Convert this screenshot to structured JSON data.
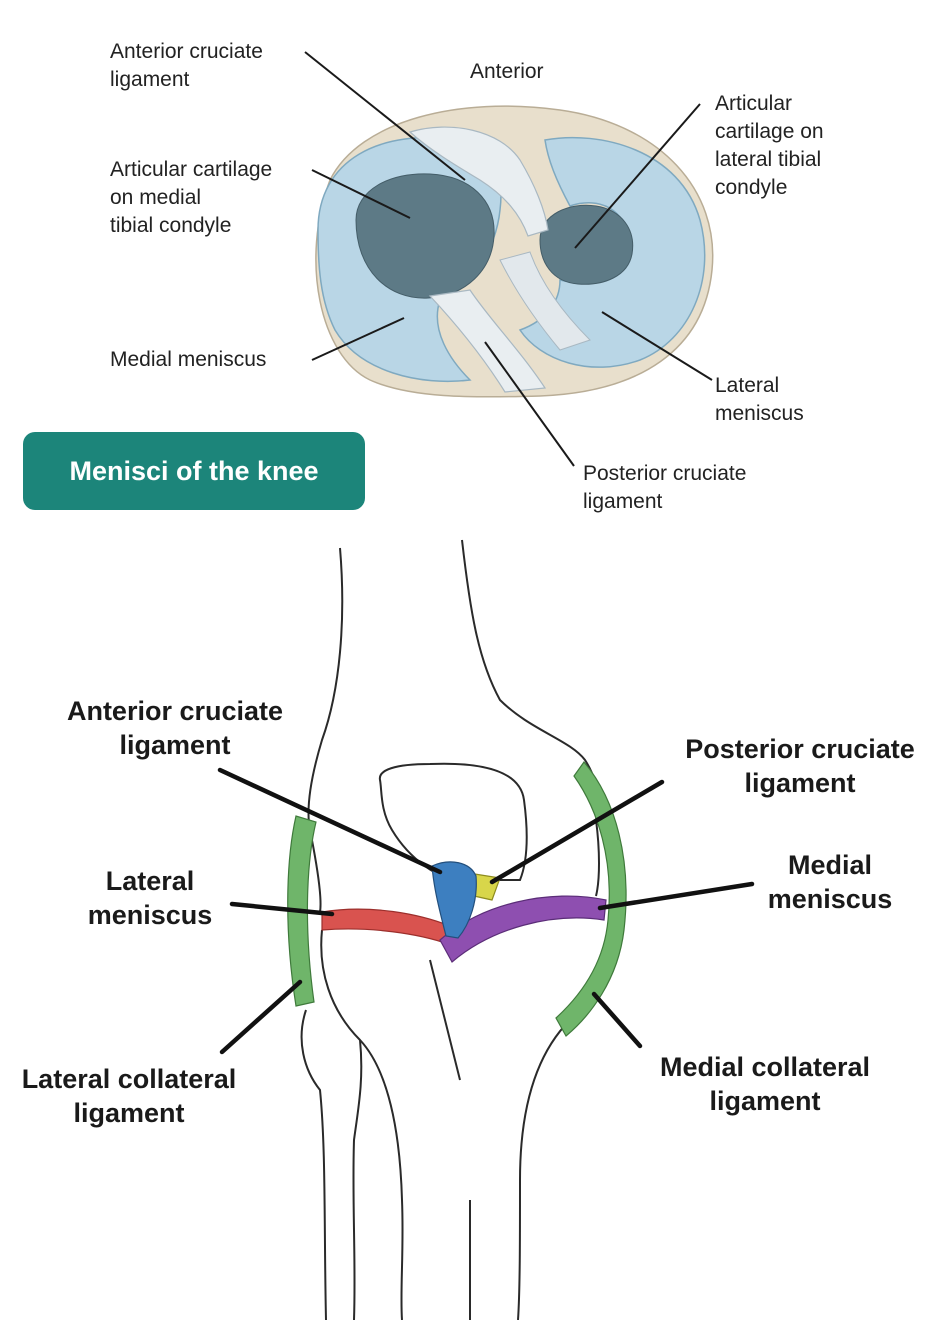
{
  "top_figure": {
    "orientation_label": "Anterior",
    "labels": {
      "acl": "Anterior cruciate\nligament",
      "medial_cartilage": "Articular cartilage\non medial\ntibial condyle",
      "medial_meniscus": "Medial meniscus",
      "lateral_cartilage": "Articular\ncartilage on\nlateral tibial\ncondyle",
      "lateral_meniscus": "Lateral\nmeniscus",
      "pcl": "Posterior cruciate\nligament"
    }
  },
  "badge": {
    "text": "Menisci of the knee",
    "color": "#1c857a"
  },
  "bottom_figure": {
    "labels": {
      "acl": "Anterior cruciate\nligament",
      "pcl": "Posterior cruciate\nligament",
      "lateral_meniscus": "Lateral\nmeniscus",
      "medial_meniscus": "Medial\nmeniscus",
      "lcl": "Lateral collateral\nligament",
      "mcl": "Medial collateral\nligament"
    },
    "colors": {
      "acl": "#3d7fc0",
      "pcl": "#d8d64a",
      "lateral_meniscus": "#d9534f",
      "medial_meniscus": "#8e4fb0",
      "collateral_ligaments": "#6fb56a"
    }
  }
}
